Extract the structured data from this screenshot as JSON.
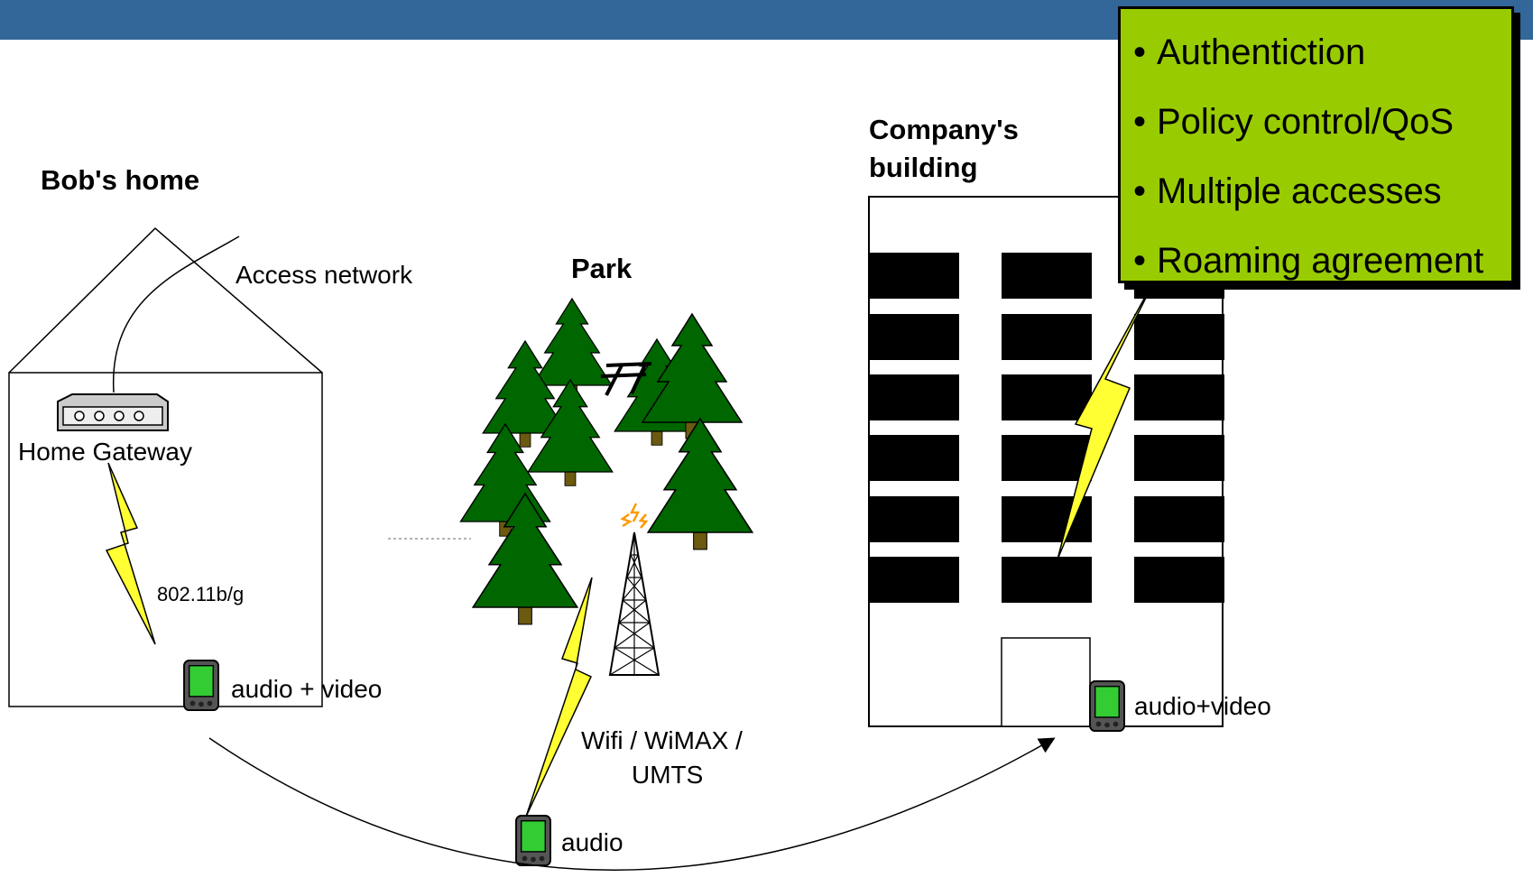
{
  "locations": {
    "home_title": "Bob's home",
    "park_title": "Park",
    "company_title_line1": "Company's",
    "company_title_line2": "building"
  },
  "labels": {
    "access_network": "Access network",
    "home_gateway": "Home Gateway",
    "wifi_standard": "802.11b/g",
    "home_device": "audio + video",
    "park_network_line1": "Wifi / WiMAX /",
    "park_network_line2": "UMTS",
    "park_device": "audio",
    "company_device": "audio+video"
  },
  "requirements": {
    "items": [
      "Authentiction",
      "Policy control/QoS",
      "Multiple accesses",
      "Roaming agreement"
    ]
  },
  "colors": {
    "header": "#336699",
    "callout_fill": "#99cc00",
    "tree_fill": "#006600",
    "lightning_fill": "#ffff33",
    "device_screen": "#33cc33"
  },
  "icons": {
    "gateway": "home-gateway-icon",
    "device": "pda-icon",
    "tower": "radio-tower-icon",
    "lightning": "lightning-icon",
    "tree": "tree-icon",
    "bench": "bench-icon"
  }
}
